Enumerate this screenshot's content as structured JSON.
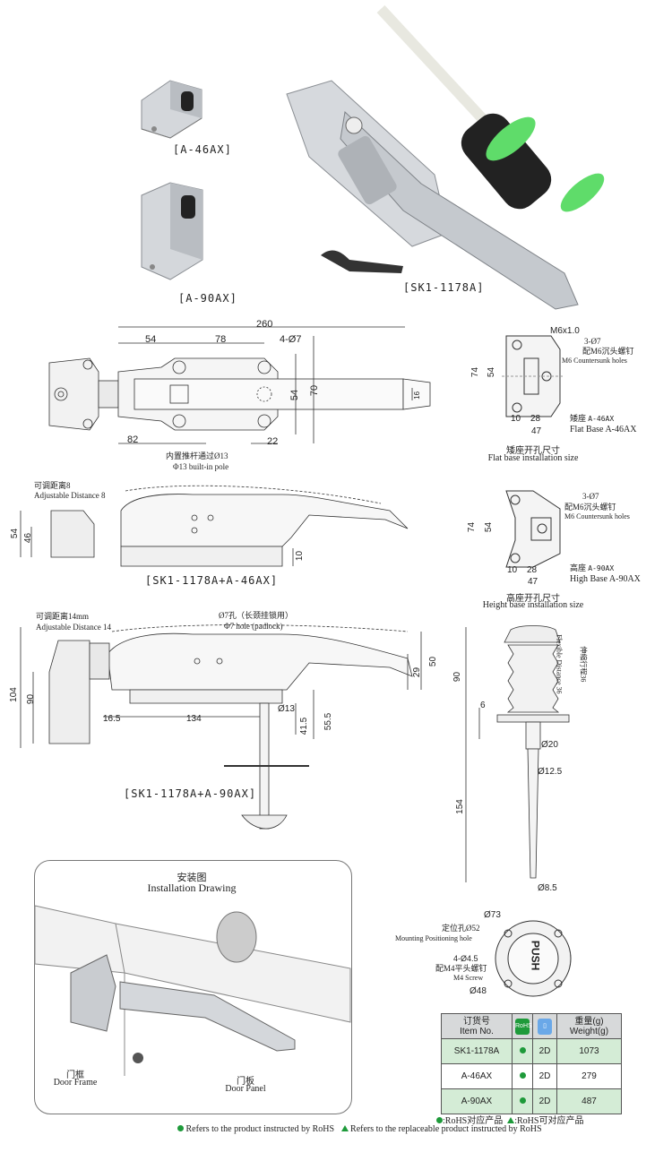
{
  "products": {
    "flat_base_caption": "[A-46AX]",
    "high_base_caption": "[A-90AX]",
    "handle_caption": "[SK1-1178A]"
  },
  "top_drawing": {
    "dim_260": "260",
    "dim_54": "54",
    "dim_78": "78",
    "dim_hole": "4-Ø7",
    "dim_70": "70",
    "dim_54v": "54",
    "dim_16": "16",
    "dim_82": "82",
    "dim_22": "22",
    "pole_cn": "内置推杆通过Ø13",
    "pole_en": "Φ13 built-in pole"
  },
  "flat_base": {
    "thread": "M6x1.0",
    "holes": "3-Ø7",
    "screw_cn": "配M6沉头螺钉",
    "screw_en": "M6 Countersunk holes",
    "dim_74": "74",
    "dim_54": "54",
    "dim_10": "10",
    "dim_28": "28",
    "dim_47": "47",
    "name_cn": "矮座",
    "code": "A-46AX",
    "name_en": "Flat Base",
    "code2": "A-46AX",
    "title_cn": "矮座开孔尺寸",
    "title_en": "Flat base installation size"
  },
  "side_46": {
    "adj_cn": "可调距离8",
    "adj_en": "Adjustable Distance 8",
    "dim_54": "54",
    "dim_46": "46",
    "dim_10": "10",
    "caption": "[SK1-1178A+A-46AX]"
  },
  "high_base": {
    "holes": "3-Ø7",
    "screw_cn": "配M6沉头螺钉",
    "screw_en": "M6 Countersunk holes",
    "dim_74": "74",
    "dim_54": "54",
    "dim_10": "10",
    "dim_28": "28",
    "dim_47": "47",
    "name_cn": "高座",
    "code": "A-90AX",
    "name_en": "High Base",
    "code2": "A-90AX",
    "title_cn": "高座开孔尺寸",
    "title_en": "Height base installation size"
  },
  "side_90": {
    "adj_cn": "可调距离14mm",
    "adj_en": "Adjustable Distance 14",
    "hole_cn": "Ø7孔（长颈挂锁用）",
    "hole_en": "Φ7 hole (padlock)",
    "dim_104": "104",
    "dim_90": "90",
    "dim_50": "50",
    "dim_29": "29",
    "dim_16_5": "16.5",
    "dim_134": "134",
    "dim_13": "Ø13",
    "dim_41_5": "41.5",
    "dim_55_5": "55.5",
    "caption": "[SK1-1178A+A-90AX]"
  },
  "release": {
    "dim_90": "90",
    "flex_en": "Flexible Distance 36",
    "flex_cn": "伸缩行程36",
    "dim_6": "6",
    "dim_20": "Ø20",
    "dim_12_5": "Ø12.5",
    "dim_154": "154",
    "dim_8_5": "Ø8.5"
  },
  "install": {
    "title_cn": "安装图",
    "title_en": "Installation Drawing",
    "frame_cn": "门框",
    "frame_en": "Door Frame",
    "panel_cn": "门板",
    "panel_en": "Door Panel"
  },
  "push": {
    "dim_73": "Ø73",
    "pos_cn": "定位孔Ø52",
    "pos_en": "Mounting Positioning hole",
    "screw_qty": "4-Ø4.5",
    "screw_cn": "配M4平头螺钉",
    "screw_en": "M4 Screw",
    "dim_48": "Ø48",
    "push_label": "PUSH"
  },
  "table": {
    "col1_cn": "订货号",
    "col1_en": "Item No.",
    "col4_cn": "重量(g)",
    "col4_en": "Weight(g)",
    "rohs_icon": "RoHS",
    "rows": [
      {
        "item": "SK1-1178A",
        "mark": "●",
        "code": "2D",
        "weight": "1073"
      },
      {
        "item": "A-46AX",
        "mark": "●",
        "code": "2D",
        "weight": "279"
      },
      {
        "item": "A-90AX",
        "mark": "●",
        "code": "2D",
        "weight": "487"
      }
    ]
  },
  "legend": {
    "rohs_cn": ":RoHS对应产品",
    "rohs_replace_cn": ":RoHS可对应产品",
    "note1": "Refers to the product instructed by RoHS",
    "note2": "Refers to the replaceable product instructed by RoHS"
  },
  "colors": {
    "green": "#1e9a3a",
    "table_green": "#d4ecd6",
    "metal": "#c9ccd0"
  }
}
